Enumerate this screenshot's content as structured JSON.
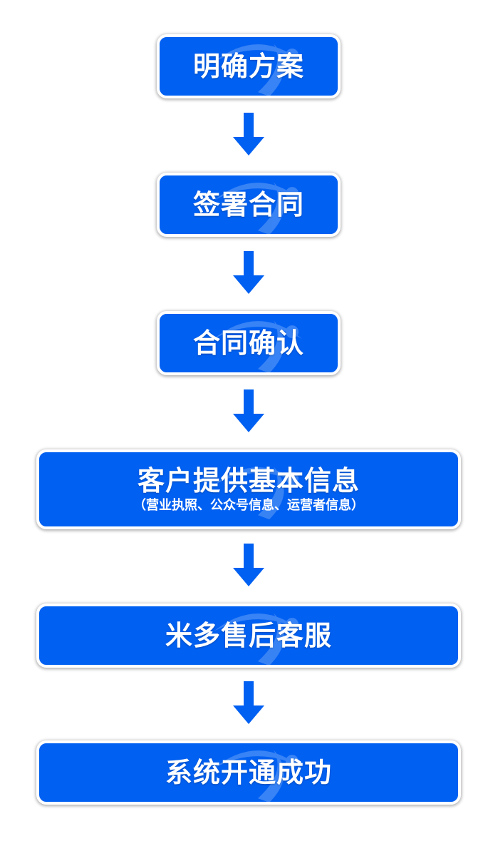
{
  "colors": {
    "box_fill": "#0060f2",
    "arrow": "#0060f2",
    "box_border": "#ffffff",
    "text": "#ffffff"
  },
  "watermark_icon": "swoosh-figure-icon",
  "steps": [
    {
      "label": "明确方案"
    },
    {
      "label": "签署合同"
    },
    {
      "label": "合同确认"
    },
    {
      "label": "客户提供基本信息",
      "sub": "（营业执照、公众号信息、运营者信息）"
    },
    {
      "label": "米多售后客服"
    },
    {
      "label": "系统开通成功"
    }
  ],
  "arrow_icon": "down-arrow-icon"
}
